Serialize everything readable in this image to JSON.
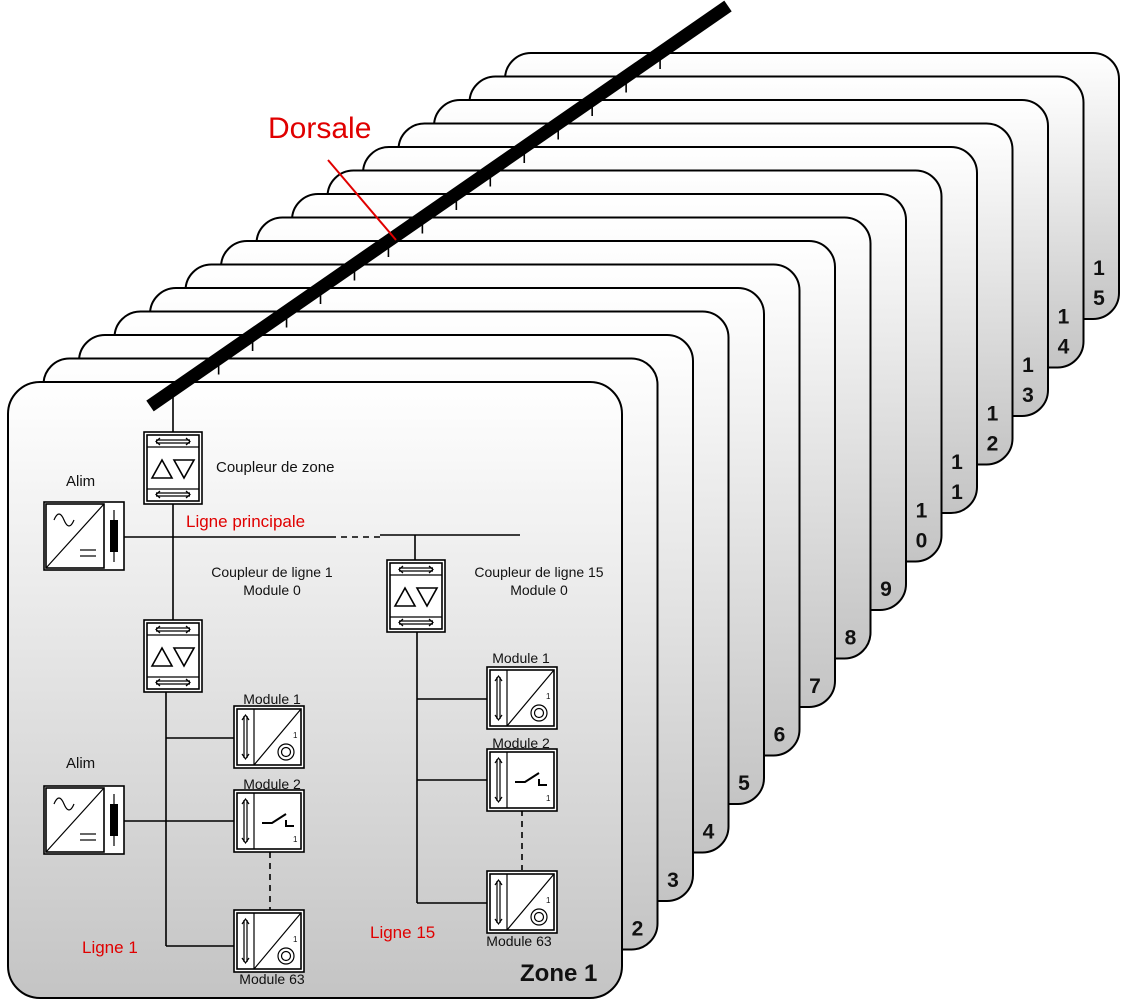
{
  "backbone": {
    "label": "Dorsale"
  },
  "zones": {
    "stack_numbers": [
      "2",
      "3",
      "4",
      "5",
      "6",
      "7",
      "8",
      "9",
      "1\n0",
      "1\n1",
      "1\n2",
      "1\n3",
      "1\n4",
      "1\n5"
    ],
    "front_label": "Zone 1"
  },
  "labels": {
    "alim_top": "Alim",
    "alim_bottom": "Alim",
    "zone_coupler": "Coupleur de zone",
    "main_line": "Ligne principale",
    "line_coupler_1": [
      "Coupleur de ligne 1",
      "Module 0"
    ],
    "line_coupler_15": [
      "Coupleur de ligne 15",
      "Module 0"
    ],
    "line1_module1": "Module 1",
    "line1_module2": "Module 2",
    "line1_module63": "Module 63",
    "line15_module1": "Module 1",
    "line15_module2": "Module 2",
    "line15_module63": "Module 63",
    "line_1": "Ligne 1",
    "line_15": "Ligne 15"
  },
  "colors": {
    "highlight_text": "#e00000",
    "card_top": "#ffffff",
    "card_bottom": "#c8c8c8",
    "outline": "#000000"
  },
  "icons": {
    "power_supply": "sine-to-dc-icon",
    "coupler": "up-down-triangles-icon",
    "sensor_module": "bidirectional-sensor-icon",
    "switch_module": "switch-actuator-icon"
  }
}
